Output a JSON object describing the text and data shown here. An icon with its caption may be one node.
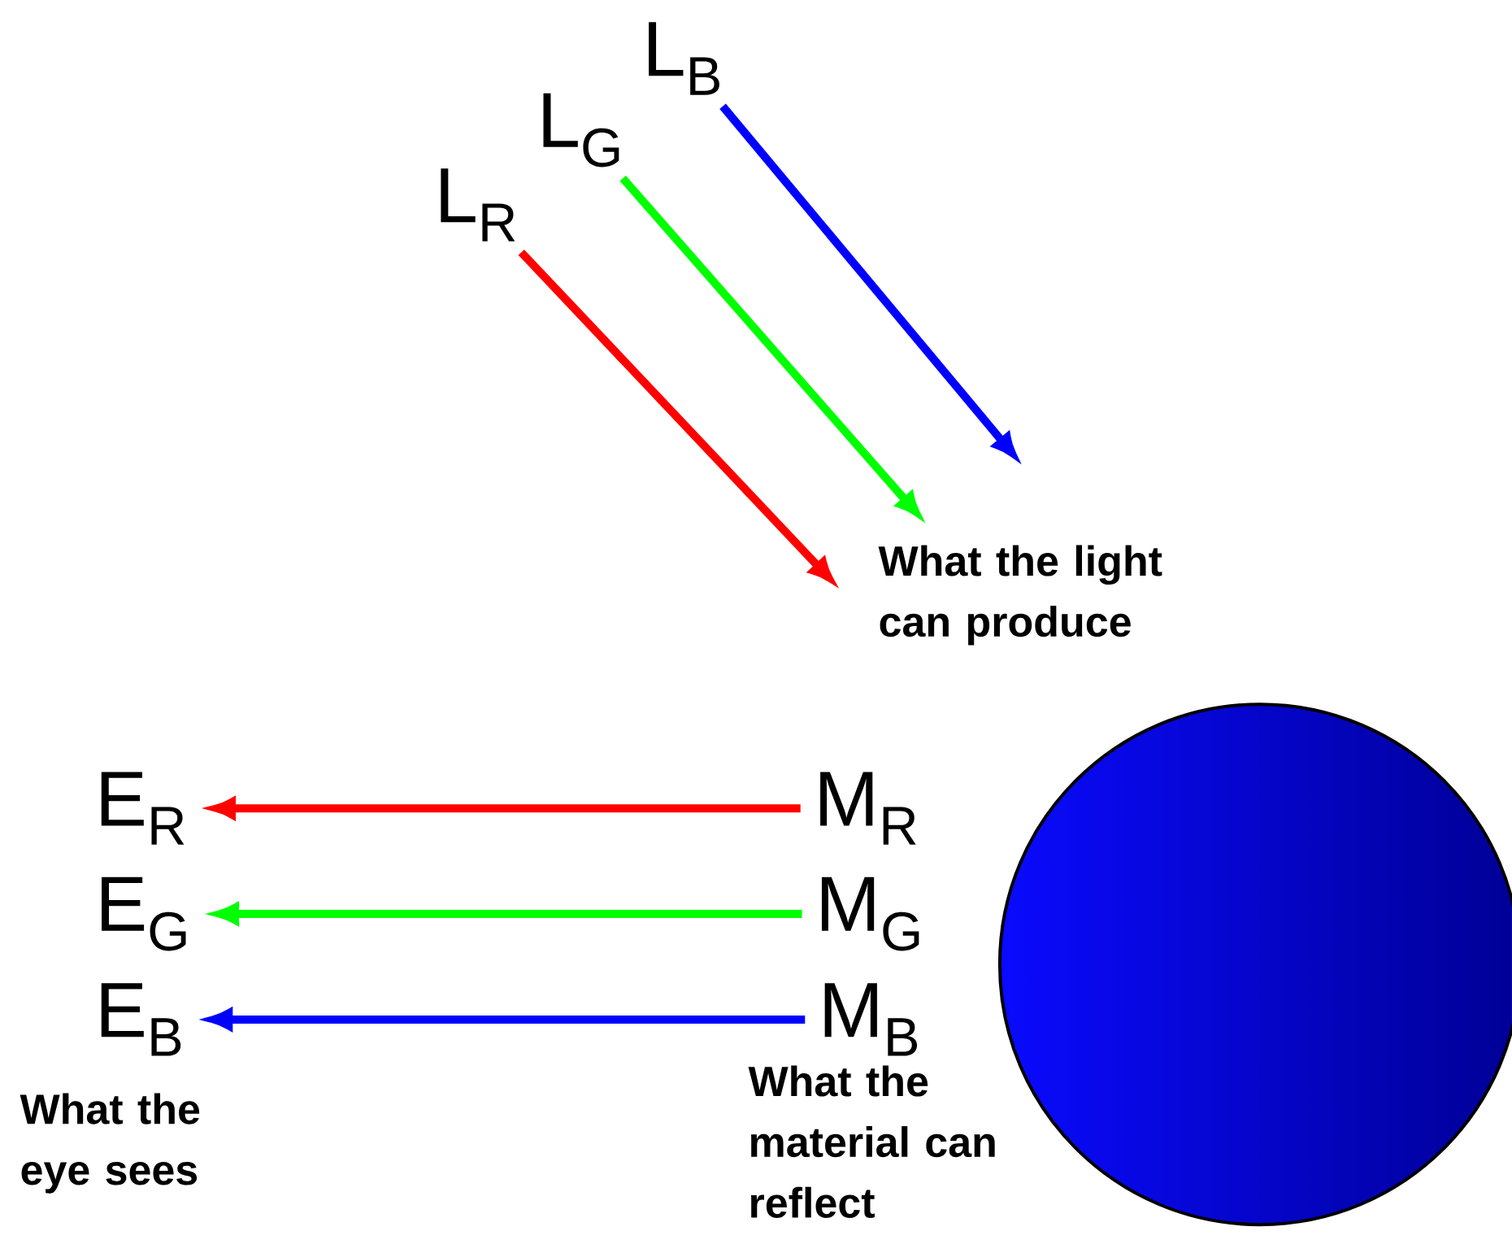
{
  "diagram": {
    "nodes": [
      {
        "text": [
          "L$_{B}$"
        ]
      },
      {
        "text": [
          "L$_{G}$"
        ]
      },
      {
        "text": [
          "L$_{R}$"
        ]
      },
      {
        "text": [
          "E$_{R}$"
        ]
      },
      {
        "text": [
          "M$_{R}$"
        ]
      },
      {
        "text": [
          "E$_{G}$"
        ]
      },
      {
        "text": [
          "M$_{G}$"
        ]
      },
      {
        "text": [
          "E$_{B}$"
        ]
      },
      {
        "text": [
          "M$_{B}$"
        ]
      }
    ],
    "edges": [
      {
        "from": 0,
        "to": null,
        "arrow": "to",
        "color": "#0000ff"
      },
      {
        "from": 1,
        "to": null,
        "arrow": "to",
        "color": "#00ff00"
      },
      {
        "from": 2,
        "to": null,
        "arrow": "to",
        "color": "#ff0000"
      },
      {
        "from": 4,
        "to": 3,
        "arrow": "to",
        "color": "#ff0000"
      },
      {
        "from": 6,
        "to": 5,
        "arrow": "to",
        "color": "#00ff00"
      },
      {
        "from": 8,
        "to": 7,
        "arrow": "to",
        "color": "#0000ff"
      }
    ],
    "labels": [
      "What the light can produce",
      "What the eye sees",
      "What the material can reflect"
    ]
  }
}
